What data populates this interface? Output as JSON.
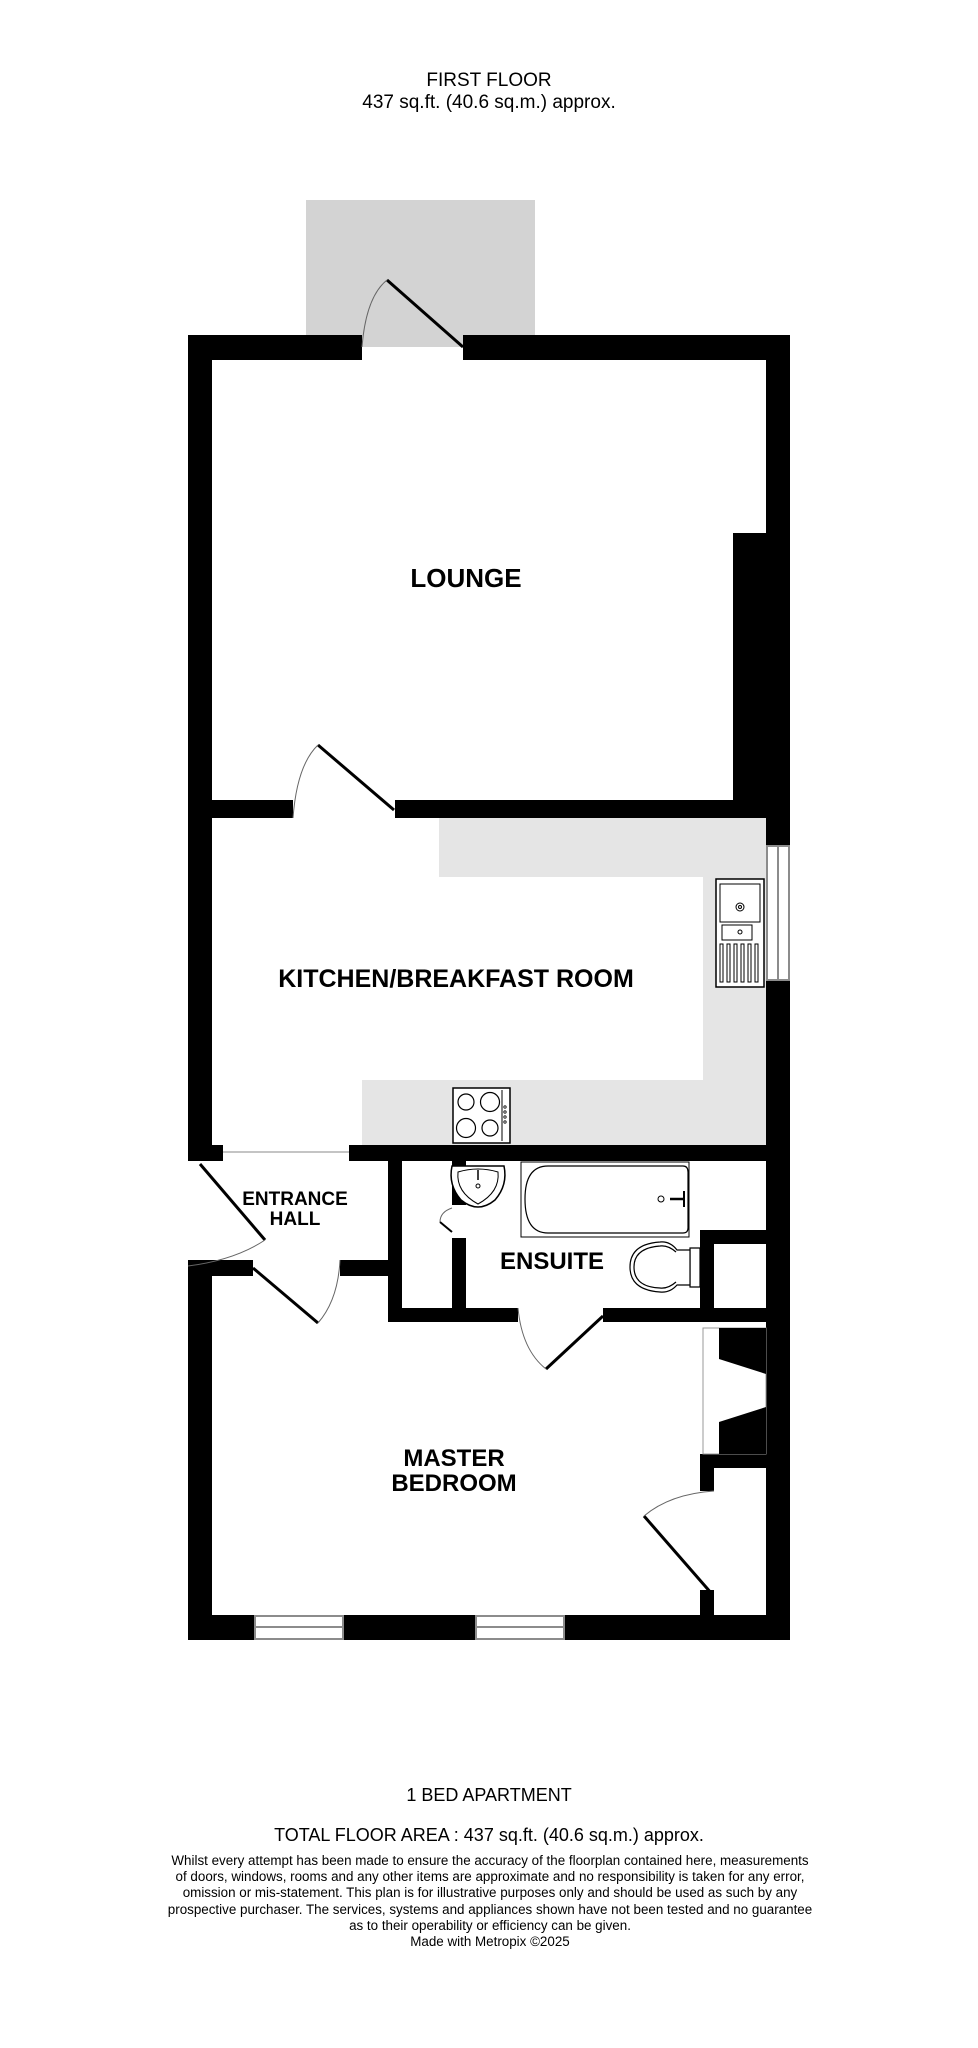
{
  "header": {
    "floor_name": "FIRST FLOOR",
    "floor_area": "437 sq.ft. (40.6 sq.m.) approx."
  },
  "rooms": [
    {
      "id": "lounge",
      "label": "LOUNGE"
    },
    {
      "id": "kitchen",
      "label": "KITCHEN/BREAKFAST ROOM"
    },
    {
      "id": "entrance-hall",
      "label_line1": "ENTRANCE",
      "label_line2": "HALL"
    },
    {
      "id": "ensuite",
      "label": "ENSUITE"
    },
    {
      "id": "master-bedroom",
      "label_line1": "MASTER",
      "label_line2": "BEDROOM"
    }
  ],
  "fixtures": [
    "balcony",
    "kitchen-worktop",
    "sink",
    "hob",
    "wash-basin",
    "bath",
    "toilet",
    "wardrobe",
    "windows",
    "doors"
  ],
  "colors": {
    "wall": "#000000",
    "balcony": "#d3d3d3",
    "worktop": "#e5e5e5",
    "window_frame": "#8c8c8c",
    "background": "#ffffff"
  },
  "footer": {
    "property_type": "1 BED APARTMENT",
    "total_area": "TOTAL FLOOR AREA : 437 sq.ft. (40.6 sq.m.) approx.",
    "disclaimer_lines": [
      "Whilst every attempt has been made to ensure the accuracy of the floorplan contained here, measurements",
      "of doors, windows, rooms and any other items are approximate and no responsibility is taken for any error,",
      "omission or mis-statement. This plan is for illustrative purposes only and should be used as such by any",
      "prospective purchaser. The services, systems and appliances shown have not been tested and no guarantee",
      "as to their operability or efficiency can be given."
    ],
    "credit": "Made with Metropix ©2025"
  }
}
